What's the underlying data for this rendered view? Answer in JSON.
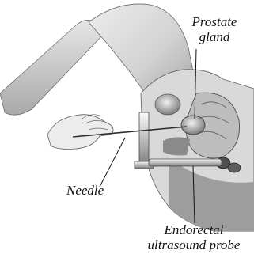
{
  "diagram": {
    "labels": {
      "prostate_line1": "Prostate",
      "prostate_line2": "gland",
      "needle": "Needle",
      "probe_line1": "Endorectal",
      "probe_line2": "ultrasound probe"
    }
  }
}
